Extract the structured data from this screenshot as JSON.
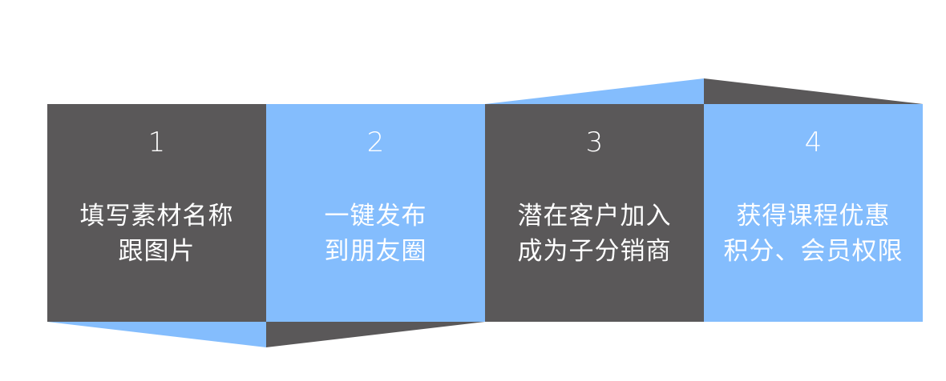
{
  "colors": {
    "dark": "#5a5859",
    "blue": "#84bdfd"
  },
  "steps": [
    {
      "number": "1",
      "line1": "填写素材名称",
      "line2": "跟图片",
      "color": "dark"
    },
    {
      "number": "2",
      "line1": "一键发布",
      "line2": "到朋友圈",
      "color": "blue"
    },
    {
      "number": "3",
      "line1": "潜在客户加入",
      "line2": "成为子分销商",
      "color": "dark"
    },
    {
      "number": "4",
      "line1": "获得课程优惠",
      "line2": "积分、会员权限",
      "color": "blue"
    }
  ]
}
